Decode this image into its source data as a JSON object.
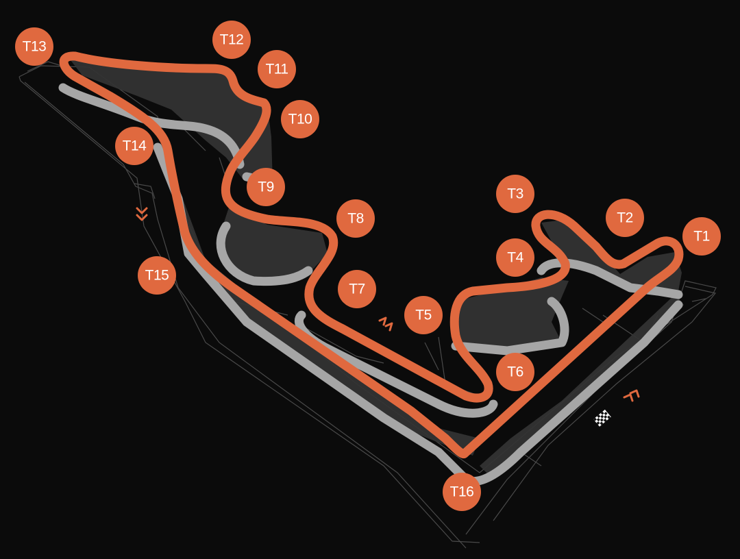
{
  "map": {
    "colors": {
      "background": "#0b0b0b",
      "track": "#e0693f",
      "track_shadow": "#a6a6a6",
      "elevation_fill": "#333333",
      "outline": "#5a5a5a",
      "marker": "#e0693f",
      "marker_text": "#ffffff"
    },
    "turns": [
      "T1",
      "T2",
      "T3",
      "T4",
      "T5",
      "T6",
      "T7",
      "T8",
      "T9",
      "T10",
      "T11",
      "T12",
      "T13",
      "T14",
      "T15",
      "T16"
    ],
    "icons": {
      "start_finish": "checkered-flag-icon",
      "direction": "chevron-direction-icon"
    }
  }
}
